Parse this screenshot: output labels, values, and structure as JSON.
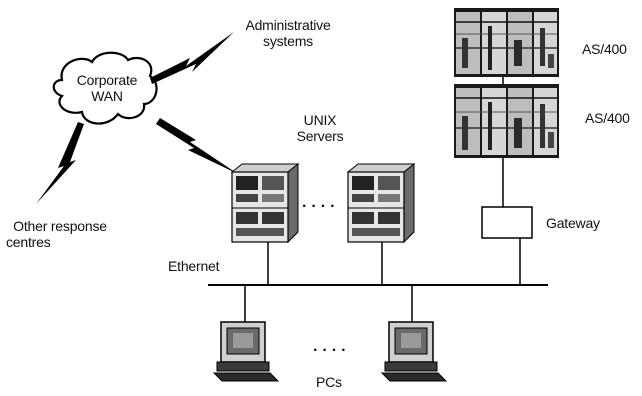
{
  "wan": {
    "label_line1": "Corporate",
    "label_line2": "WAN"
  },
  "admin": {
    "label_line1": "Administrative",
    "label_line2": "systems"
  },
  "other": {
    "label_line1": "Other response",
    "label_line2": "centres"
  },
  "unix": {
    "label_line1": "UNIX",
    "label_line2": "Servers",
    "ellipsis": "· · · ·"
  },
  "as400": {
    "top_label": "AS/400",
    "bottom_label": "AS/400"
  },
  "gateway": {
    "label": "Gateway"
  },
  "ethernet": {
    "label": "Ethernet"
  },
  "pcs": {
    "label": "PCs",
    "ellipsis": "· · · ·"
  }
}
